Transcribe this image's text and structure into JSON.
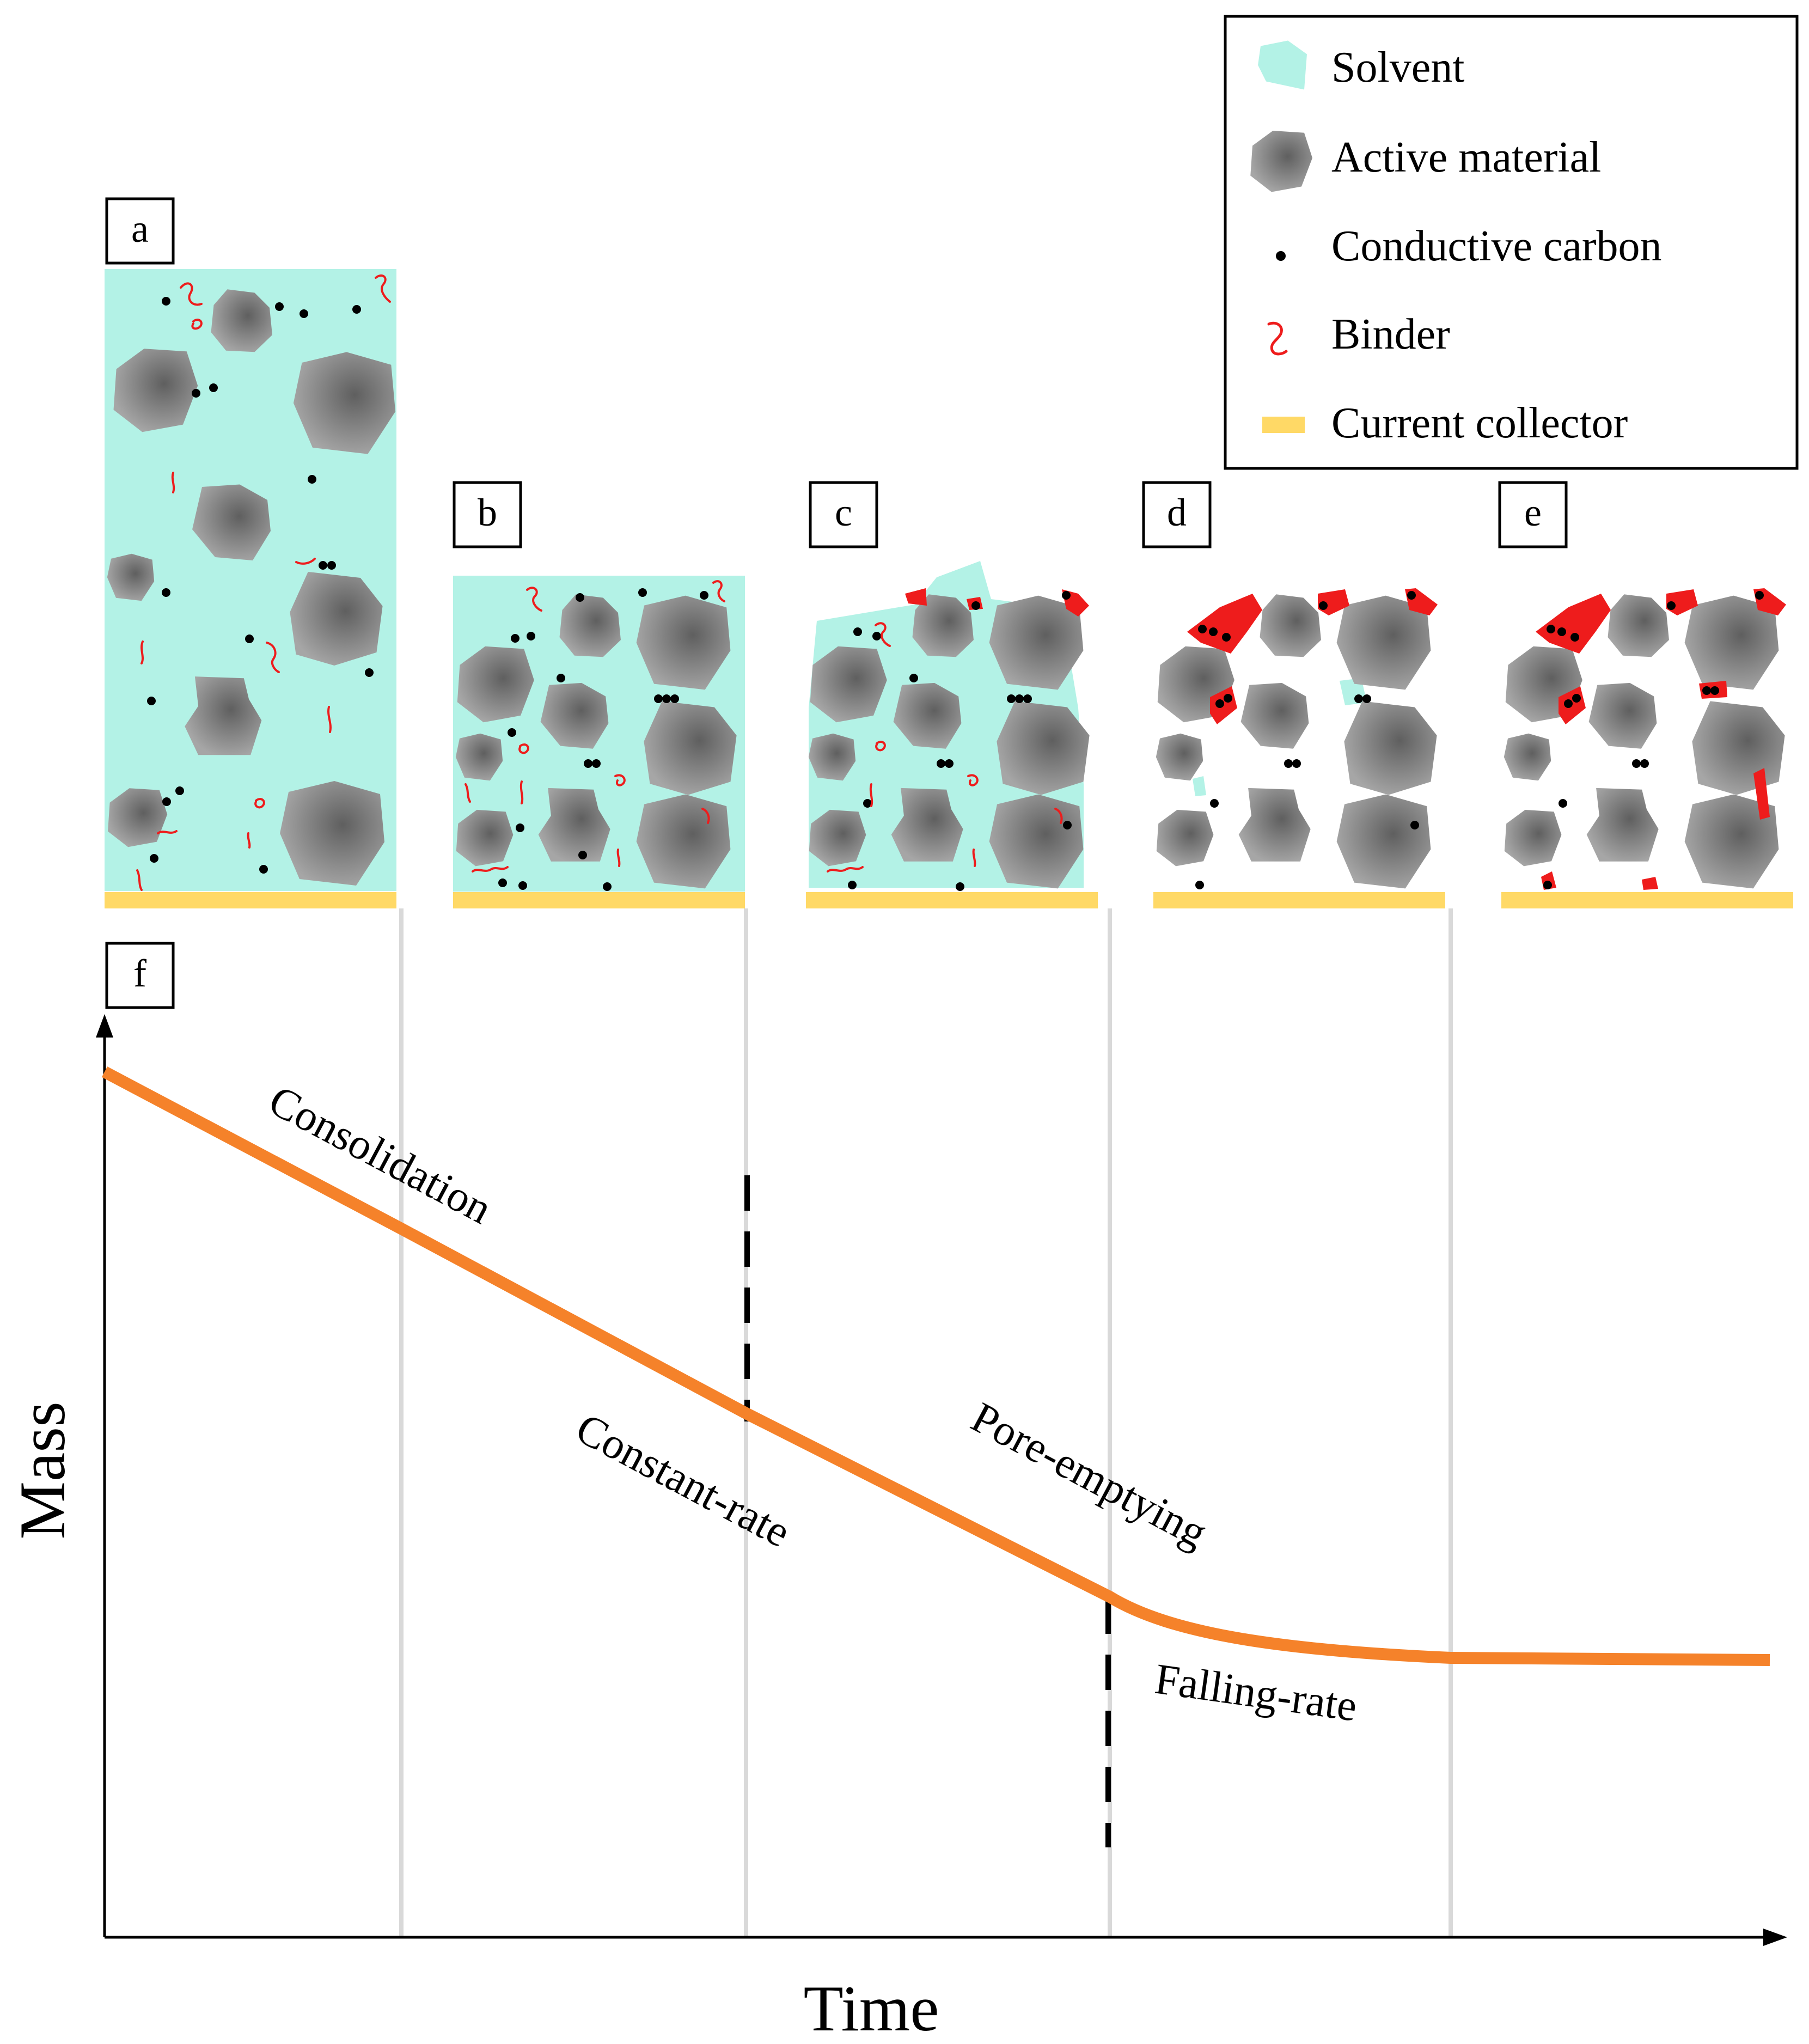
{
  "panel_labels": {
    "a": "a",
    "b": "b",
    "c": "c",
    "d": "d",
    "e": "e",
    "f": "f"
  },
  "legend": {
    "solvent": "Solvent",
    "active_material": "Active material",
    "conductive_carbon": "Conductive carbon",
    "binder": "Binder",
    "current_collector": "Current collector"
  },
  "axes": {
    "x_label": "Time",
    "y_label": "Mass"
  },
  "stages": {
    "consolidation": "Consolidation",
    "constant_rate": "Constant-rate",
    "pore_emptying": "Pore-emptying",
    "falling_rate": "Falling-rate"
  },
  "colors": {
    "solvent": "#b3f2e6",
    "active_material": "#7d7d7d",
    "conductive_carbon": "#000000",
    "binder": "#ee1c1c",
    "current_collector": "#ffd966",
    "mass_curve": "#f5822a",
    "stage_divider": "#d9d9d9"
  }
}
